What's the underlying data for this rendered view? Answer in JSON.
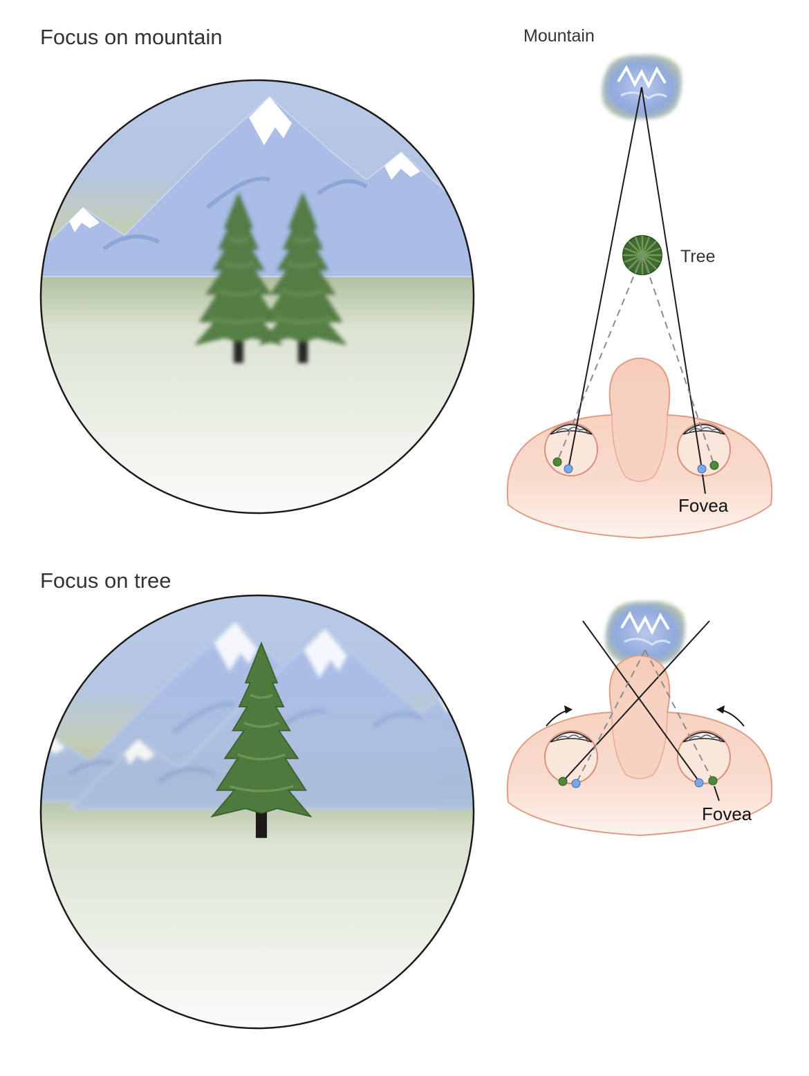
{
  "panels": [
    {
      "heading": "Focus on mountain",
      "mountain_label": "Mountain",
      "tree_label": "Tree",
      "fovea_label": "Fovea"
    },
    {
      "heading": "Focus on tree",
      "fovea_label": "Fovea"
    }
  ],
  "colors": {
    "sky": "#b3c6e6",
    "haze_green": "#9fb08a",
    "mist": "#eef2ea",
    "mountain_blue": "#9fb5e0",
    "snow": "#ffffff",
    "tree_green": "#4f7a3e",
    "trunk": "#1f1a1a",
    "face": "#f6cfbe",
    "face_line": "#e29d84",
    "fovea_dot": "#7aa7e6",
    "green_dot": "#4e8a3a",
    "line": "#1a1a1a",
    "dashed_line": "#8a8a8a"
  },
  "icons": [
    "mountain-icon",
    "tree-icon",
    "eye-icon",
    "nose-icon",
    "curved-arrow-icon"
  ]
}
